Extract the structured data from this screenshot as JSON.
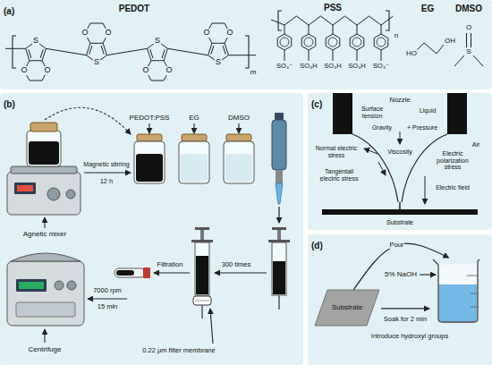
{
  "diagram": {
    "nodes": [
      {
        "text": [
          "(a)"
        ]
      },
      {
        "text": [
          "(b)"
        ]
      },
      {
        "text": [
          "(c)"
        ]
      },
      {
        "text": [
          "(d)"
        ]
      },
      {
        "text": [
          "Substrate"
        ],
        "in": 3
      },
      {
        "text": [
          "5% NaOH"
        ],
        "in": 3
      }
    ],
    "edges": [
      {
        "from": 4,
        "to": 5,
        "arrow": "to",
        "label": "Pour"
      },
      {
        "from": 4,
        "to": 5,
        "arrow": "to",
        "label": "Soak for 2 min"
      }
    ],
    "labels": [
      "PEDOT",
      "PSS",
      "EG",
      "DMSO",
      "S",
      "O",
      "O",
      "S",
      "O",
      "O",
      "S",
      "O",
      "O",
      "S",
      "O",
      "O",
      "m",
      "SO₃⁻",
      "SO₃H",
      "SO₃H",
      "SO₃H",
      "SO₃⁻",
      "n",
      "HO",
      "OH",
      "O",
      "S",
      "Magnetic stirring",
      "12 h",
      "Agnetic mixer",
      "PEDOT:PSS",
      "EG",
      "DMSO",
      "300 times",
      "Filtration",
      "7000 rpm",
      "15 min",
      "0.22 μm filter membrane",
      "Centrifuge",
      "Nozzle",
      "Surface tension",
      "Liquid",
      "Gravity",
      "+ Pressure",
      "Air",
      "Normal electric stress",
      "Tangentail electric stress",
      "Viscosity",
      "Electric polarization stress",
      "Electric field",
      "Substrate",
      "Introduce hydroxyl groups"
    ]
  }
}
